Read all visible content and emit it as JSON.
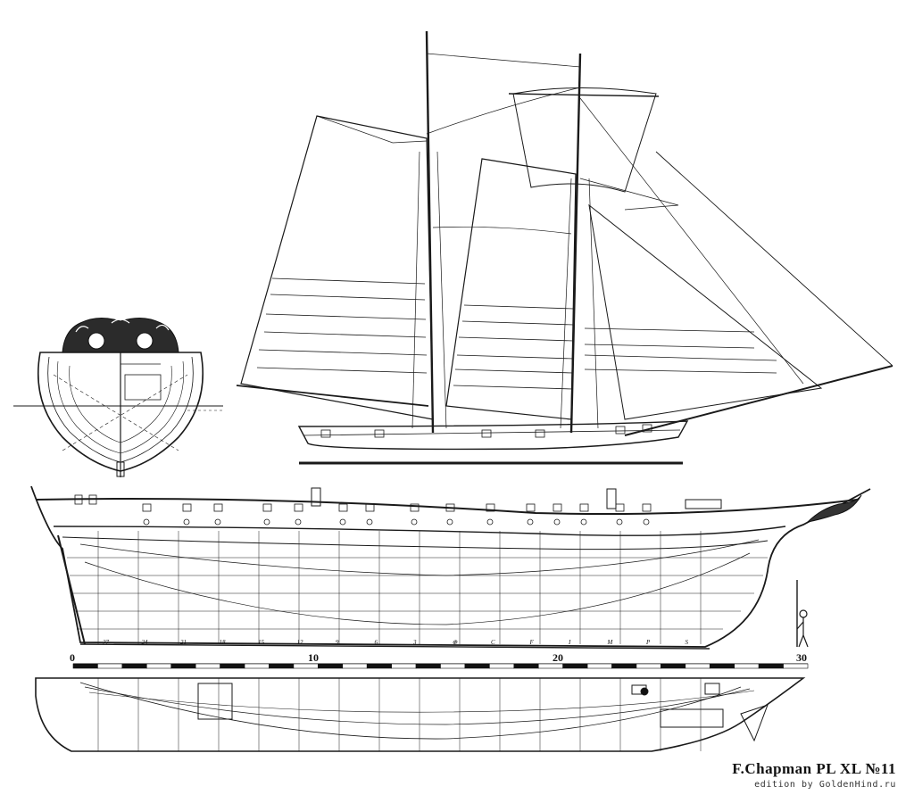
{
  "plate": {
    "title": "F.Chapman PL  XL  №11",
    "credit": "edition by GoldenHind.ru"
  },
  "scale": {
    "labels": [
      "0",
      "10",
      "20",
      "30"
    ]
  },
  "frame_marks": [
    "27",
    "24",
    "21",
    "18",
    "15",
    "12",
    "9",
    "6",
    "3",
    "⊕",
    "C",
    "F",
    "I",
    "M",
    "P",
    "S"
  ],
  "views": {
    "body_plan": "body-plan-stern-view",
    "sail_plan": "sail-plan",
    "profile": "sheer-plan",
    "half_breadth": "half-breadth-plan"
  }
}
